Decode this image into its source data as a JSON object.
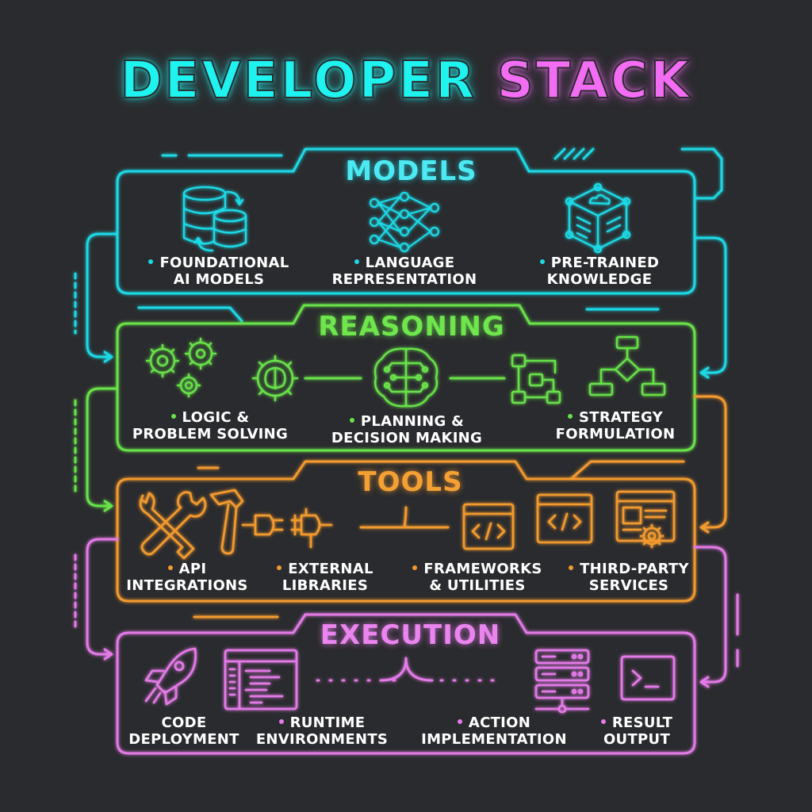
{
  "title": {
    "part1": "DEVELOPER",
    "part2": "STACK"
  },
  "colors": {
    "models": "#1ed9e6",
    "reasoning": "#68e24a",
    "tools": "#f29a2e",
    "execution": "#e47ae8",
    "background": "#2a2b2e"
  },
  "layers": {
    "models": {
      "title": "MODELS",
      "items": [
        {
          "label": [
            "FOUNDATIONAL",
            "AI MODELS"
          ],
          "icon": "database-sync-icon"
        },
        {
          "label": [
            "LANGUAGE",
            "REPRESENTATION"
          ],
          "icon": "neural-network-icon"
        },
        {
          "label": [
            "PRE-TRAINED",
            "KNOWLEDGE"
          ],
          "icon": "knowledge-cube-icon"
        }
      ]
    },
    "reasoning": {
      "title": "REASONING",
      "items": [
        {
          "label": [
            "LOGIC &",
            "PROBLEM SOLVING"
          ],
          "icon": "gears-icon"
        },
        {
          "label": [
            "PLANNING &",
            "DECISION MAKING"
          ],
          "icon": "brain-icon"
        },
        {
          "label": [
            "STRATEGY",
            "FORMULATION"
          ],
          "icon": "flowchart-icon"
        }
      ]
    },
    "tools": {
      "title": "TOOLS",
      "items": [
        {
          "label": [
            "API",
            "INTEGRATIONS"
          ],
          "icon": "wrench-screwdriver-icon"
        },
        {
          "label": [
            "EXTERNAL",
            "LIBRARIES"
          ],
          "icon": "plug-icon"
        },
        {
          "label": [
            "FRAMEWORKS",
            "& UTILITIES"
          ],
          "icon": "code-window-icon"
        },
        {
          "label": [
            "THIRD-PARTY",
            "SERVICES"
          ],
          "icon": "settings-window-icon"
        }
      ]
    },
    "execution": {
      "title": "EXECUTION",
      "items": [
        {
          "label": [
            "CODE",
            "DEPLOYMENT"
          ],
          "icon": "rocket-icon"
        },
        {
          "label": [
            "RUNTIME",
            "ENVIRONMENTS"
          ],
          "icon": "code-editor-icon"
        },
        {
          "label": [
            "ACTION",
            "IMPLEMENTATION"
          ],
          "icon": "server-icon"
        },
        {
          "label": [
            "RESULT",
            "OUTPUT"
          ],
          "icon": "terminal-icon"
        }
      ]
    }
  }
}
